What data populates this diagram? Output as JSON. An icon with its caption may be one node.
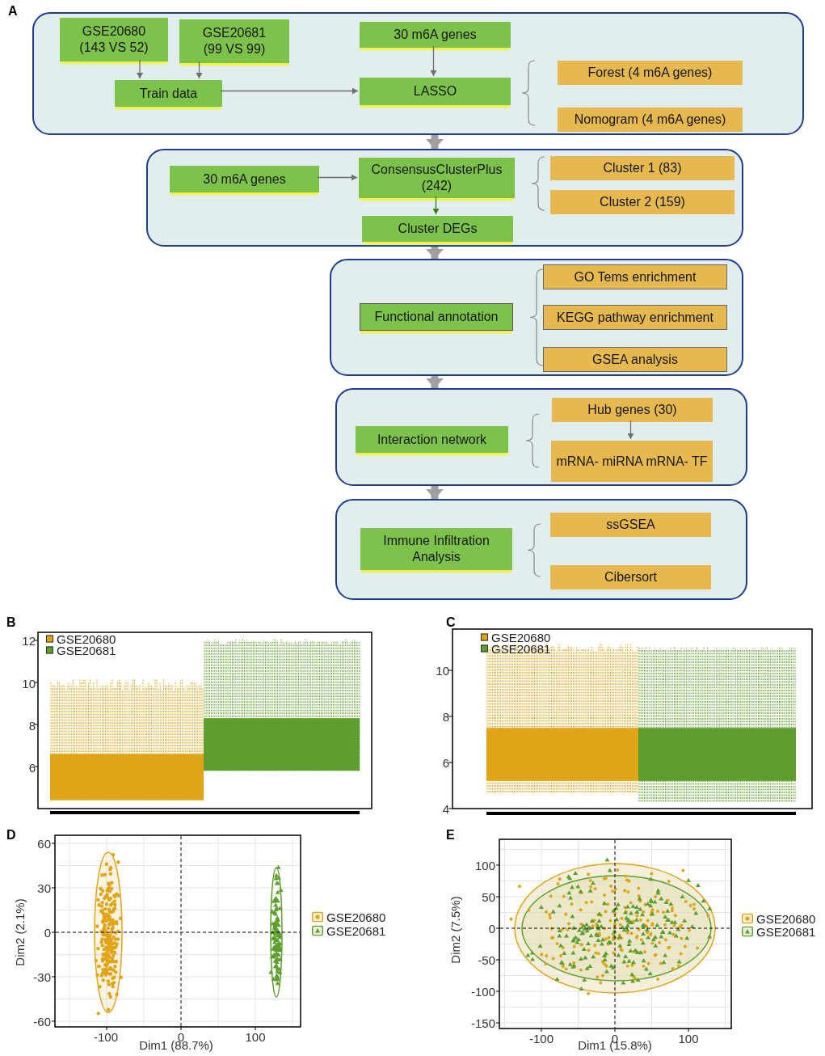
{
  "diagram": {
    "nodes": [
      {
        "text": [],
        "shape": "box"
      },
      {
        "text": [
          "GSE20680 (143 VS 52)"
        ],
        "in": 0
      },
      {
        "text": [
          "GSE20681 (99 VS 99)"
        ],
        "in": 0
      },
      {
        "text": [
          "30 m6A genes"
        ],
        "in": 0
      },
      {
        "text": [
          "Train data"
        ],
        "in": 0
      },
      {
        "text": [
          "LASSO"
        ],
        "in": 0
      },
      {
        "text": [
          "Forest (4 m6A genes)"
        ],
        "in": 0
      },
      {
        "text": [
          "Nomogram (4 m6A genes)"
        ],
        "in": 0
      },
      {
        "text": [],
        "shape": "box"
      },
      {
        "text": [
          "30 m6A genes"
        ],
        "in": 8
      },
      {
        "text": [
          "ConsensusClusterPlus (242)"
        ],
        "in": 8
      },
      {
        "text": [
          "Cluster 1 (83)"
        ],
        "in": 8
      },
      {
        "text": [
          "Cluster 2 (159)"
        ],
        "in": 8
      },
      {
        "text": [
          "Cluster DEGs"
        ],
        "in": 8
      },
      {
        "text": [],
        "shape": "box"
      },
      {
        "text": [
          "GO Tems enrichment"
        ],
        "in": 14
      },
      {
        "text": [
          "Functional annotation"
        ],
        "in": 14
      },
      {
        "text": [
          "KEGG pathway enrichment"
        ],
        "in": 14
      },
      {
        "text": [
          "GSEA analysis"
        ],
        "in": 14
      },
      {
        "text": [],
        "shape": "box"
      },
      {
        "text": [
          "Hub genes (30)"
        ],
        "in": 19
      },
      {
        "text": [
          "Interaction network"
        ],
        "in": 19
      },
      {
        "text": [
          "mRNA- miRNA mRNA- TF"
        ],
        "in": 19
      },
      {
        "text": [],
        "shape": "box"
      },
      {
        "text": [
          "ssGSEA"
        ],
        "in": 23
      },
      {
        "text": [
          "Immune Infiltration Analysis"
        ],
        "in": 23
      },
      {
        "text": [
          "Cibersort"
        ],
        "in": 23
      }
    ],
    "edges": [
      {
        "from": 1,
        "to": 4,
        "arrow": "to"
      },
      {
        "from": 2,
        "to": 4,
        "arrow": "to"
      },
      {
        "from": 3,
        "to": 5,
        "arrow": "to"
      },
      {
        "from": 4,
        "to": 5,
        "arrow": "to"
      },
      {
        "from": 0,
        "to": 8,
        "arrow": "to",
        "style": "thick",
        "color": "#a0a0a0"
      },
      {
        "from": 9,
        "to": 10,
        "arrow": "to"
      },
      {
        "from": 10,
        "to": 13,
        "arrow": "to",
        "color": "#3d7d1e"
      },
      {
        "from": 8,
        "to": 14,
        "arrow": "to",
        "style": "thick",
        "color": "#a0a0a0"
      },
      {
        "from": 14,
        "to": 19,
        "arrow": "to",
        "style": "thick",
        "color": "#a0a0a0"
      },
      {
        "from": 20,
        "to": 22,
        "arrow": "to"
      },
      {
        "from": 19,
        "to": 23,
        "arrow": "to",
        "style": "thick",
        "color": "#a0a0a0"
      }
    ],
    "labels": [
      "A",
      "B",
      "12",
      "10",
      "8",
      "6",
      "C",
      "10",
      "8",
      "6",
      "4",
      "D",
      "60",
      "30",
      "0",
      "-30",
      "-60",
      "-100",
      "0",
      "100",
      "Dim1 (88.7%)",
      "Dim2 (2.1%)",
      "E",
      "100",
      "50",
      "0",
      "-50",
      "-100",
      "-150",
      "-100",
      "0",
      "100",
      "Dim1 (15.8%)",
      "Dim2 (7.5%)"
    ],
    "legend": [
      {
        "text": "GSE20680",
        "color": "#e0a418"
      },
      {
        "text": "GSE20681",
        "color": "#5e9e2e"
      },
      {
        "text": "GSE20680",
        "color": "#e0a418"
      },
      {
        "text": "GSE20681",
        "color": "#5e9e2e"
      },
      {
        "text": "GSE20680"
      },
      {
        "text": "GSE20681"
      },
      {
        "text": "GSE20680"
      },
      {
        "text": "GSE20681"
      }
    ]
  }
}
